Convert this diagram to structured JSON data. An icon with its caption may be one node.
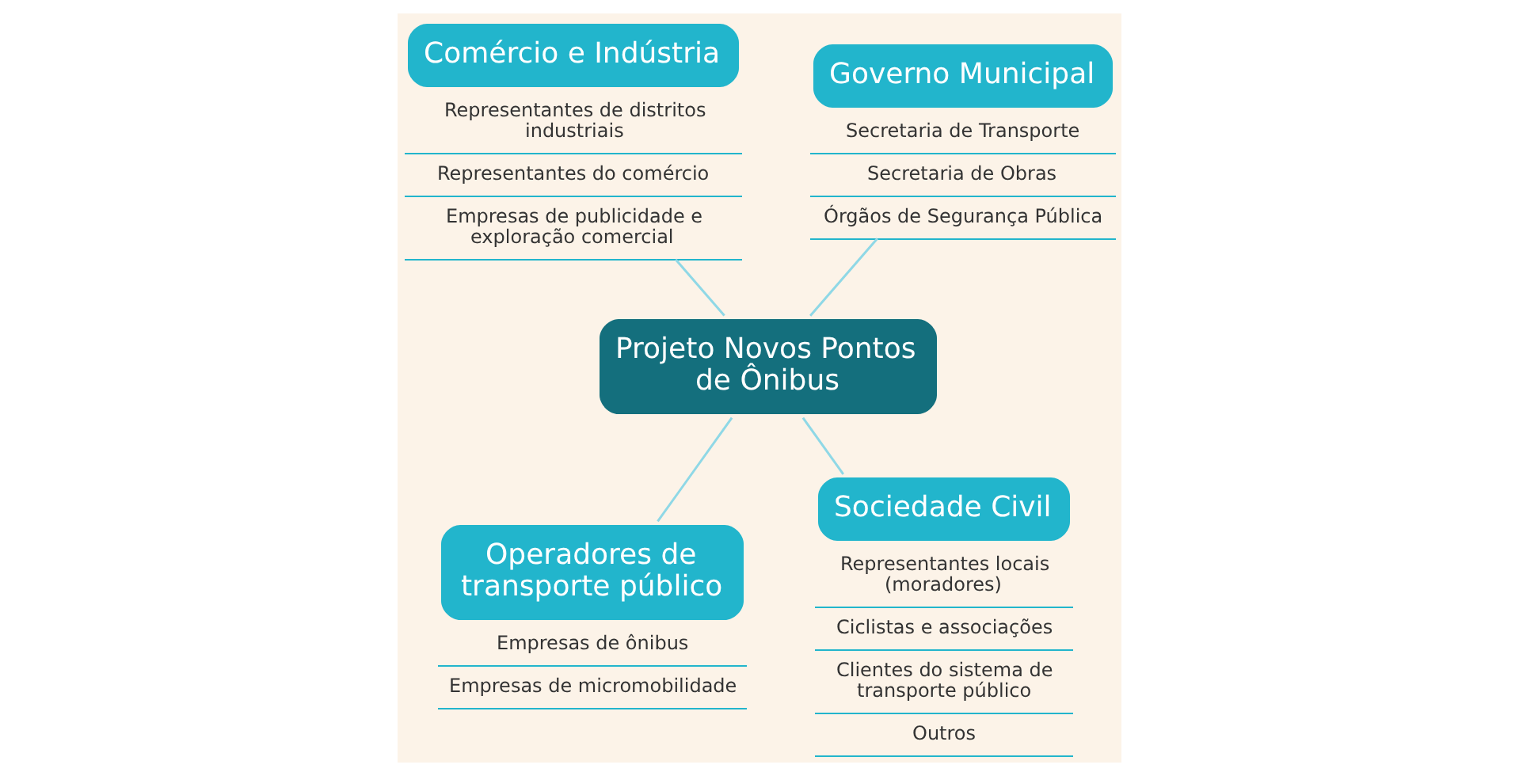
{
  "diagram": {
    "nodes": [
      {
        "text": [
          "Projeto Novos Pontos de Ônibus"
        ]
      },
      {
        "text": [
          "Comércio e Indústria",
          "Representantes de distritos industriais",
          "Representantes do comércio",
          "Empresas de publicidade e exploração comercial"
        ]
      },
      {
        "text": [
          "Governo Municipal",
          "Secretaria de Transporte",
          "Secretaria de Obras",
          "Órgãos de Segurança Pública"
        ]
      },
      {
        "text": [
          "Operadores de transporte público",
          "Empresas de ônibus",
          "Empresas de micromobilidade"
        ]
      },
      {
        "text": [
          "Sociedade Civil",
          "Representantes locais (moradores)",
          "Ciclistas e associações",
          "Clientes do sistema de transporte público",
          "Outros"
        ]
      }
    ],
    "edges": [
      {
        "from": 0,
        "to": 1,
        "arrow": "none"
      },
      {
        "from": 0,
        "to": 2,
        "arrow": "none"
      },
      {
        "from": 0,
        "to": 3,
        "arrow": "none"
      },
      {
        "from": 0,
        "to": 4,
        "arrow": "none"
      }
    ]
  }
}
